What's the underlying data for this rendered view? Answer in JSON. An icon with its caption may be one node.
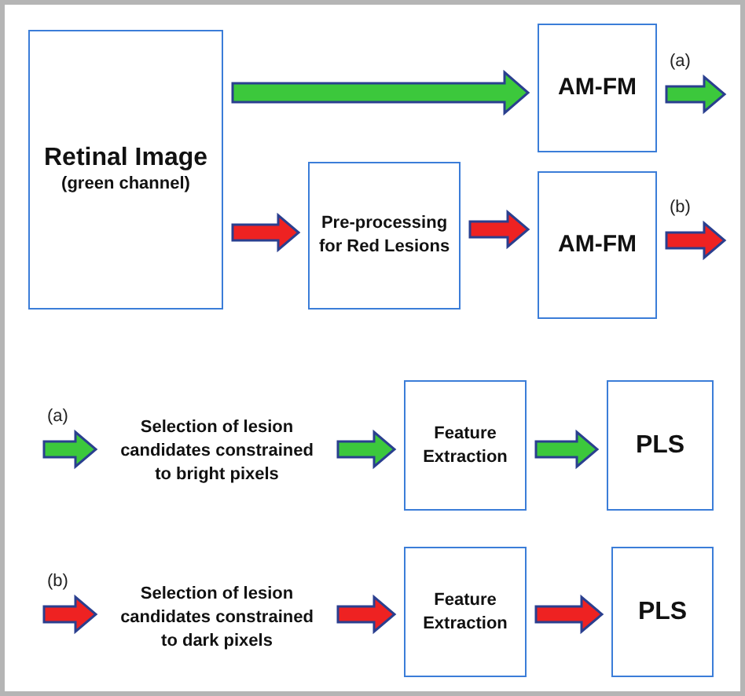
{
  "diagram": {
    "nodes": [
      {
        "text": [
          "Retinal Image",
          "(green channel)"
        ]
      },
      {
        "text": [
          "AM-FM"
        ]
      },
      {
        "text": [
          "Pre-processing for Red Lesions"
        ]
      },
      {
        "text": [
          "AM-FM"
        ]
      },
      {
        "text": [
          "Selection of lesion candidates constrained to bright pixels"
        ]
      },
      {
        "text": [
          "Feature Extraction"
        ]
      },
      {
        "text": [
          "PLS"
        ]
      },
      {
        "text": [
          "Selection of lesion candidates constrained to dark pixels"
        ]
      },
      {
        "text": [
          "Feature Extraction"
        ]
      },
      {
        "text": [
          "PLS"
        ]
      }
    ],
    "edges": [
      {
        "from": 0,
        "to": 1,
        "arrow": "to",
        "color": "#3cc83c"
      },
      {
        "from": 0,
        "to": 2,
        "arrow": "to",
        "color": "#ee2222"
      },
      {
        "from": 2,
        "to": 3,
        "arrow": "to",
        "color": "#ee2222"
      },
      {
        "from": 1,
        "to": null,
        "arrow": "to",
        "label": "(a)",
        "color": "#3cc83c"
      },
      {
        "from": 3,
        "to": null,
        "arrow": "to",
        "label": "(b)",
        "color": "#ee2222"
      },
      {
        "from": null,
        "to": 4,
        "arrow": "to",
        "label": "(a)",
        "color": "#3cc83c"
      },
      {
        "from": 4,
        "to": 5,
        "arrow": "to",
        "color": "#3cc83c"
      },
      {
        "from": 5,
        "to": 6,
        "arrow": "to",
        "color": "#3cc83c"
      },
      {
        "from": null,
        "to": 7,
        "arrow": "to",
        "label": "(b)",
        "color": "#ee2222"
      },
      {
        "from": 7,
        "to": 8,
        "arrow": "to",
        "color": "#ee2222"
      },
      {
        "from": 8,
        "to": 9,
        "arrow": "to",
        "color": "#ee2222"
      }
    ]
  }
}
